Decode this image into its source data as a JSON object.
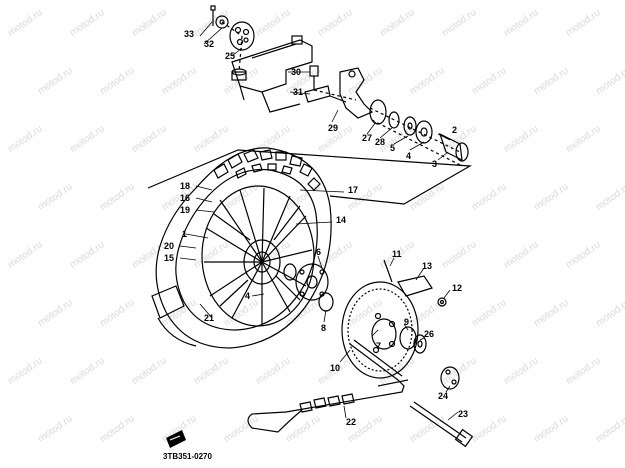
{
  "diagram": {
    "watermark_text": "motod.ru",
    "part_code": "3TB351-0270",
    "callouts": {
      "p1": "1",
      "p2": "2",
      "p3": "3",
      "p4": "4",
      "p4b": "4",
      "p5": "5",
      "p6": "6",
      "p7": "7",
      "p8": "8",
      "p9": "9",
      "p10": "10",
      "p11": "11",
      "p12": "12",
      "p13": "13",
      "p14": "14",
      "p15": "15",
      "p16": "16",
      "p17": "17",
      "p18": "18",
      "p19": "19",
      "p20": "20",
      "p21": "21",
      "p22": "22",
      "p23": "23",
      "p24": "24",
      "p25": "25",
      "p26": "26",
      "p27": "27",
      "p28": "28",
      "p29": "29",
      "p30": "30",
      "p31": "31",
      "p32": "32",
      "p33": "33"
    }
  }
}
